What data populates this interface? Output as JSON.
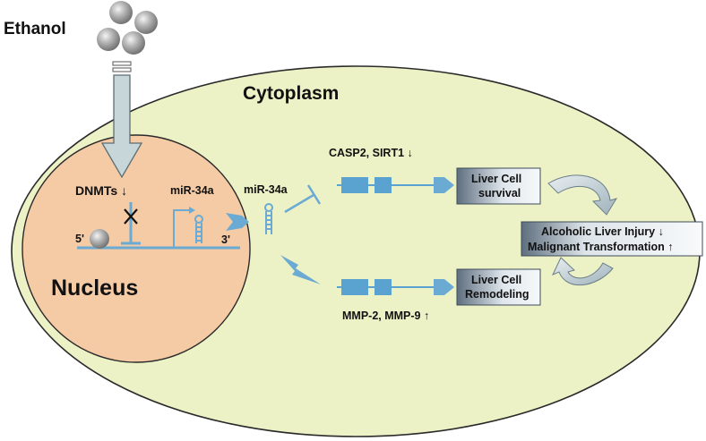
{
  "labels": {
    "ethanol": "Ethanol",
    "cytoplasm": "Cytoplasm",
    "nucleus": "Nucleus",
    "dnmts": "DNMTs ↓",
    "mir34a_nucleus": "miR-34a",
    "mir34a_cyto": "miR-34a",
    "five_prime": "5'",
    "three_prime": "3'",
    "casp2_sirt1": "CASP2, SIRT1 ↓",
    "mmp": "MMP-2, MMP-9 ↑"
  },
  "boxes": {
    "survival_line1": "Liver Cell",
    "survival_line2": "survival",
    "remodeling_line1": "Liver Cell",
    "remodeling_line2": "Remodeling",
    "outcome_line1": "Alcoholic Liver Injury ↓",
    "outcome_line2": "Malignant Transformation ↑"
  },
  "colors": {
    "cytoplasm_fill": "#edf2c6",
    "nucleus_fill": "#f5cba6",
    "arrow_blue": "#6aaad3",
    "gene_block": "#5aa3d0",
    "ethanol_arrow": "#c6d6d9",
    "box_gradient_dark": "#5e6e7e",
    "box_gradient_light": "#f6f9fb",
    "molecule_gray": "#9e9e9e"
  },
  "icons": {
    "ethanol_molecule": "gray-sphere-icon",
    "inhibition": "t-bar-inhibition-icon",
    "block": "x-mark-icon",
    "hairpin": "hairpin-rna-icon",
    "cycle": "curved-arrow-icon"
  }
}
